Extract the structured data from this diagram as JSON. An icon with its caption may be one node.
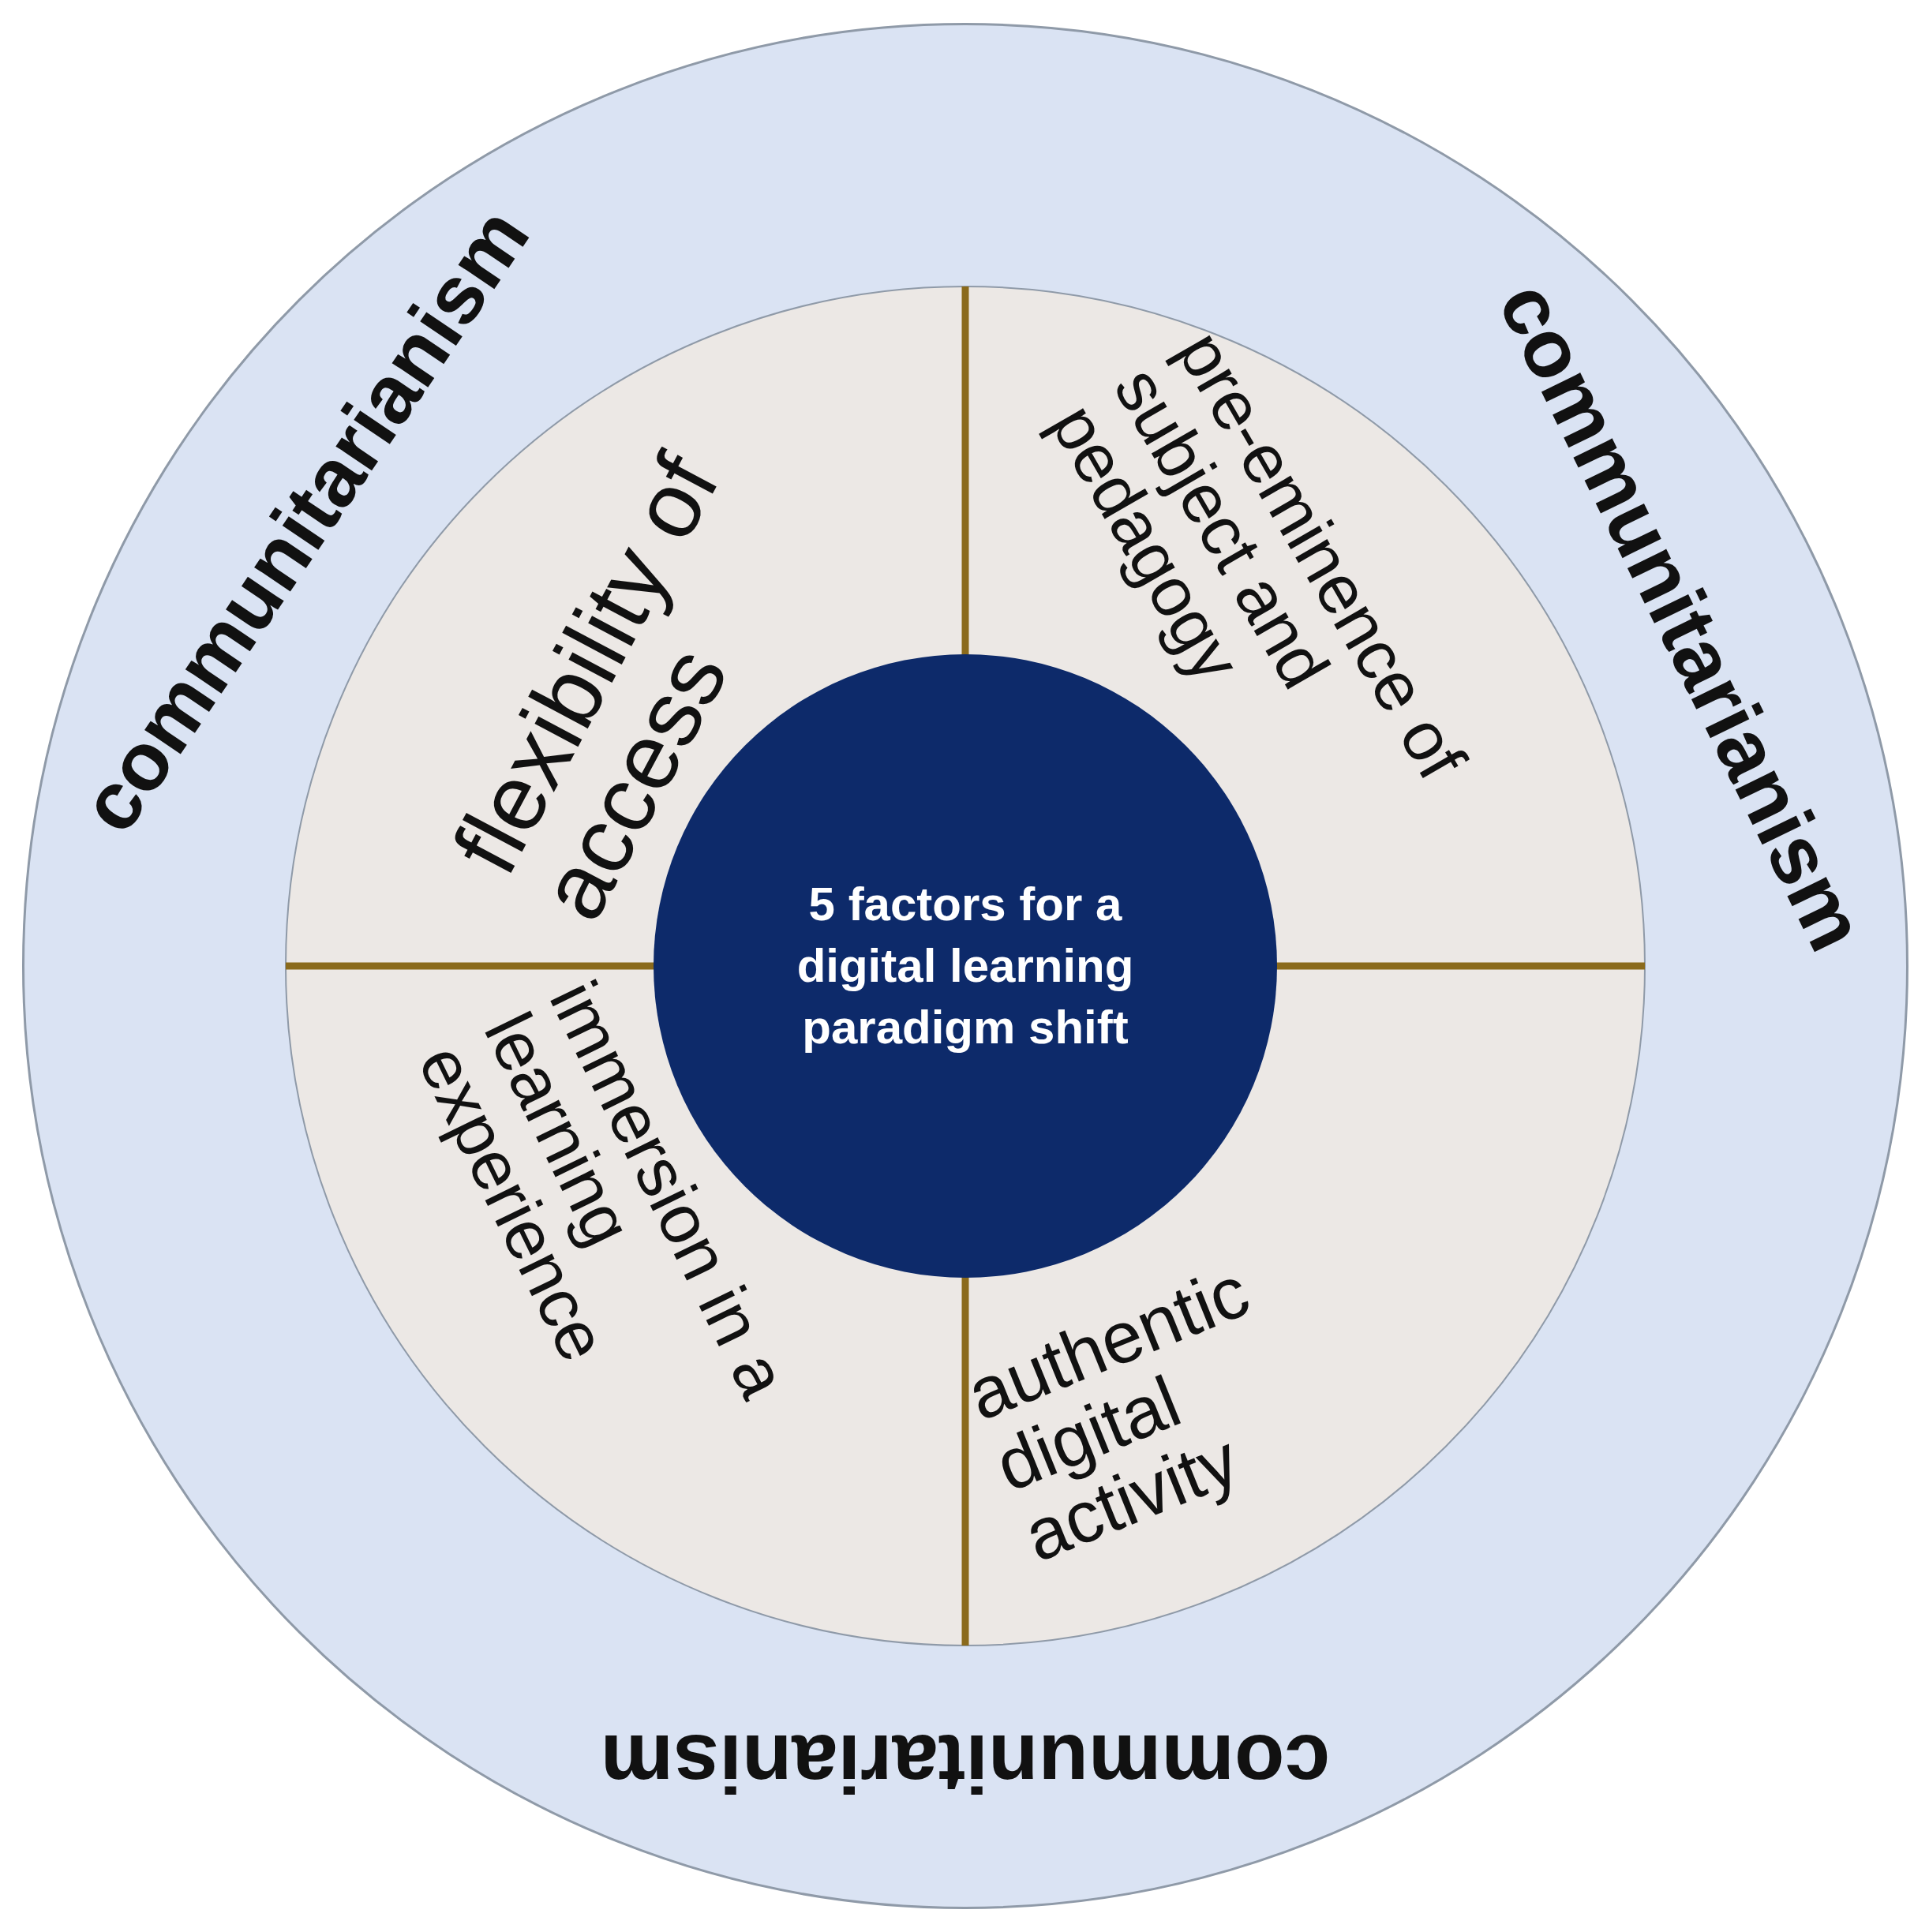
{
  "diagram": {
    "nodes": [
      {
        "text": [
          "communitarianism",
          "communitarianism",
          "communitarianism"
        ]
      },
      {
        "text": [
          "flexibility of access"
        ],
        "in": 0
      },
      {
        "text": [
          "pre-eminence of subject and pedagogy"
        ],
        "in": 0
      },
      {
        "text": [
          "immersion in a learning experience"
        ],
        "in": 0
      },
      {
        "text": [
          "authentic digital activity"
        ],
        "in": 0
      },
      {
        "text": [
          "5 factors for a digital learning paradigm shift"
        ],
        "in": 0
      }
    ]
  }
}
